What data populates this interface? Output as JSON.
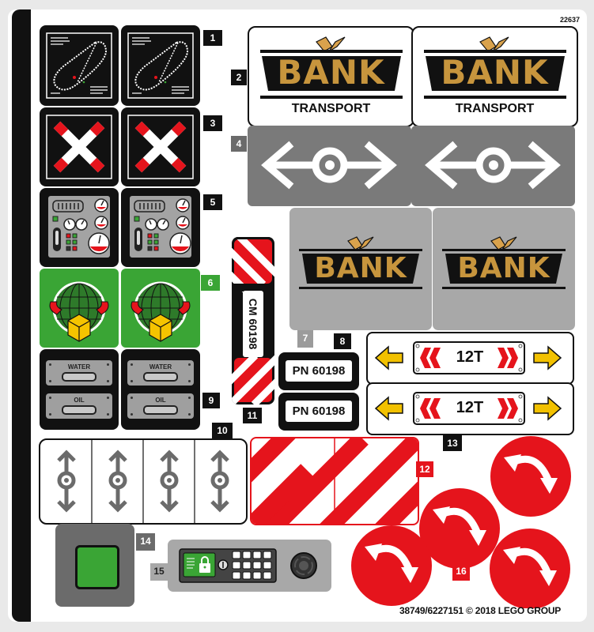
{
  "sheet": {
    "set_number": "22637",
    "copyright": "38749/6227151 © 2018 LEGO GROUP",
    "colors": {
      "black": "#111111",
      "gold": "#c7953d",
      "red": "#e5141c",
      "green": "#3aa535",
      "dark_gray": "#6b6b6b",
      "gray": "#7a7a7a",
      "light_gray": "#a8a8a8",
      "yellow": "#f2c100",
      "white": "#ffffff"
    }
  },
  "stickers": [
    {
      "id": "1",
      "label": "1",
      "description": "Track map",
      "icon": "track-map-icon",
      "count": 2
    },
    {
      "id": "2",
      "label": "2",
      "description": "Bank Transport logo",
      "title": "BANK",
      "subtitle": "TRANSPORT",
      "count": 2
    },
    {
      "id": "3",
      "label": "3",
      "description": "Railway crossing X",
      "icon": "crossbuck-icon",
      "count": 2
    },
    {
      "id": "4",
      "label": "4",
      "description": "Shunting signal arrows",
      "icon": "left-right-arrows-icon",
      "count": 2
    },
    {
      "id": "5",
      "label": "5",
      "description": "Control panel gauges",
      "icon": "gauges-icon",
      "count": 2
    },
    {
      "id": "6",
      "label": "6",
      "description": "Globe with parcel",
      "icon": "globe-parcel-icon",
      "count": 2
    },
    {
      "id": "7",
      "label": "7",
      "description": "Bank logo on gray",
      "title": "BANK",
      "count": 2
    },
    {
      "id": "8",
      "label": "8",
      "description": "License plates",
      "plates": [
        "PN 60198",
        "PN 60198"
      ]
    },
    {
      "id": "9",
      "label": "9",
      "description": "Water and oil tank labels",
      "labels": [
        "WATER",
        "OIL"
      ],
      "count": 2
    },
    {
      "id": "10",
      "label": "10",
      "description": "Up-down arrow signals",
      "icon": "up-down-arrows-icon",
      "count": 4
    },
    {
      "id": "11",
      "label": "11",
      "description": "Striped warning post",
      "text": "CM 60198"
    },
    {
      "id": "12",
      "label": "12",
      "description": "Red white hazard stripes",
      "count": 2
    },
    {
      "id": "13",
      "label": "13",
      "description": "12T load signs",
      "text": "12T",
      "count": 2
    },
    {
      "id": "14",
      "label": "14",
      "description": "Green button",
      "icon": "green-square-icon"
    },
    {
      "id": "15",
      "label": "15",
      "description": "Safe keypad panel",
      "icon": "keypad-icon"
    },
    {
      "id": "16",
      "label": "16",
      "description": "Red rotation circles",
      "icon": "rotate-arrows-icon",
      "count": 4
    }
  ]
}
